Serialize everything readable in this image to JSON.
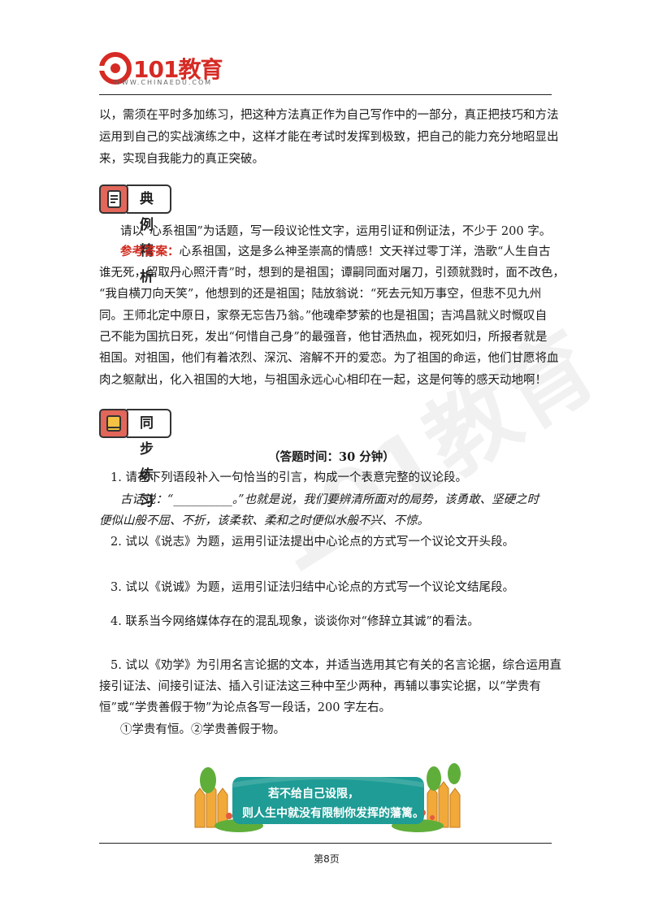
{
  "header": {
    "brand": "101教育",
    "site": "WWW.CHINAEDU.COM"
  },
  "intro": {
    "lines": [
      "以，需须在平时多加练习，把这种方法真正作为自己写作中的一部分，真正把技巧和方法",
      "运用到自己的实战演练之中，这样才能在考试时发挥到极致，把自己的能力充分地昭显出",
      "来，实现自我能力的真正突破。"
    ]
  },
  "section1": {
    "title": "典例精析",
    "prompt": "请以“心系祖国”为话题，写一段议论性文字，运用引证和例证法，不少于 200 字。",
    "answer_label": "参考答案：",
    "answer_lines": [
      "心系祖国，这是多么神圣崇高的情感！文天祥过零丁洋，浩歌“人生自古",
      "谁无死，留取丹心照汗青”时，想到的是祖国；谭嗣同面对屠刀，引颈就戮时，面不改色，",
      "“我自横刀向天笑”，他想到的还是祖国；陆放翁说：“死去元知万事空，但悲不见九州",
      "同。王师北定中原日，家祭无忘告乃翁。”他魂牵梦萦的也是祖国；吉鸿昌就义时慨叹自",
      "己不能为国抗日死，发出“何惜自己身”的最强音，他甘洒热血，视死如归，所报者就是",
      "祖国。对祖国，他们有着浓烈、深沉、溶解不开的爱恋。为了祖国的命运，他们甘愿将血",
      "肉之躯献出，化入祖国的大地，与祖国永远心心相印在一起，这是何等的感天动地啊！"
    ]
  },
  "section2": {
    "title": "同步练习",
    "time_note": "（答题时间：30 分钟）",
    "q1": "1. 请在下列语段补入一句恰当的引言，构成一个表意完整的议论段。",
    "q1_passage_a": "古话说：“__________。”也就是说，我们要辨清所面对的局势，该勇敢、坚硬之时",
    "q1_passage_b": "便似山般不屈、不折，该柔软、柔和之时便似水般不兴、不惊。",
    "q2": "2. 试以《说志》为题，运用引证法提出中心论点的方式写一个议论文开头段。",
    "q3": "3. 试以《说诚》为题，运用引证法归结中心论点的方式写一个议论文结尾段。",
    "q4": "4. 联系当今网络媒体存在的混乱现象，谈谈你对“修辞立其诚”的看法。",
    "q5_lines": [
      "5. 试以《劝学》为引用名言论据的文本，并适当选用其它有关的名言论据，综合运用直",
      "接引证法、间接引证法、插入引证法这三种中至少两种，再辅以事实论据，以“学贵有",
      "恒”或“学贵善假于物”为论点各写一段话，200 字左右。"
    ],
    "q5_options": "①学贵有恒。②学贵善假于物。"
  },
  "banner": {
    "line1": "若不给自己设限，",
    "line2": "则人生中就没有限制你发挥的藩篱。"
  },
  "footer": {
    "page": "第8页"
  },
  "colors": {
    "brand_red": "#d62a24",
    "answer_red": "#d02b20",
    "banner_teal": "#1e9c95"
  }
}
